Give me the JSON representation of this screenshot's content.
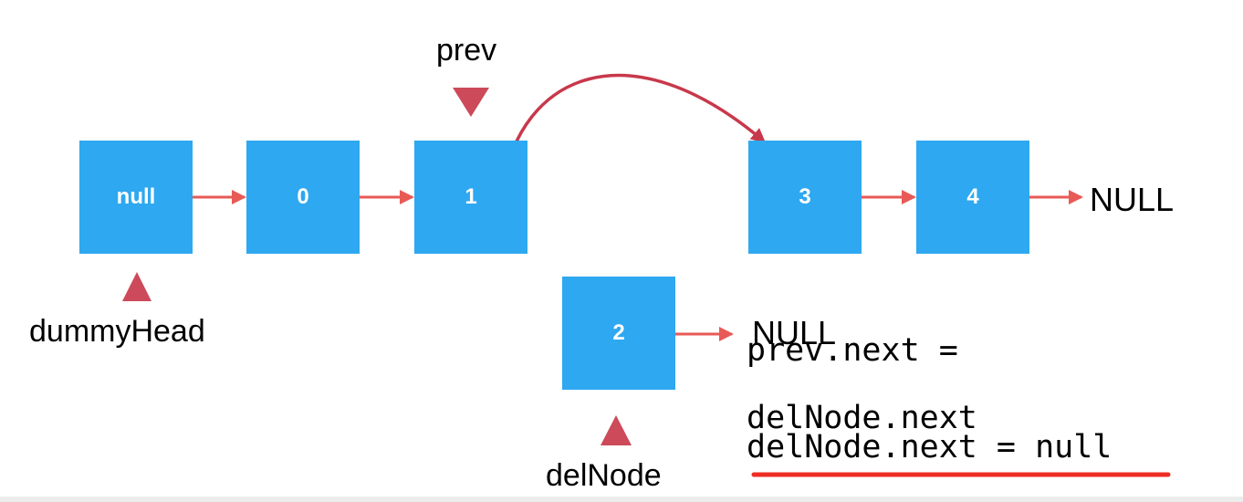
{
  "colors": {
    "node_fill": "#2ea8f0",
    "arrow": "#e85a56",
    "pointer_triangle": "#cc4a5a",
    "curve": "#c8384b",
    "underline": "#ee2d24"
  },
  "nodes": {
    "dummy": "null",
    "n0": "0",
    "n1": "1",
    "n2": "2",
    "n3": "3",
    "n4": "4"
  },
  "labels": {
    "prev": "prev",
    "dummy_head": "dummyHead",
    "del_node": "delNode",
    "null_main": "NULL",
    "null_del": "NULL"
  },
  "code": {
    "line1": "prev.next =",
    "line2": "delNode.next",
    "line3": "delNode.next = null"
  }
}
